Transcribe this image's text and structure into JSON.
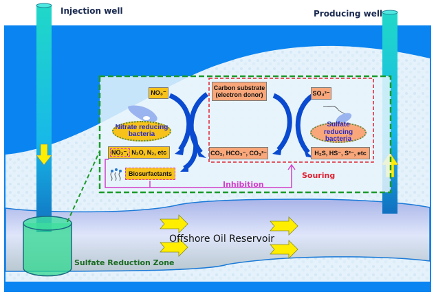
{
  "labels": {
    "injection_well": "Injection well",
    "producing_well": "Producing well",
    "reservoir": "Offshore Oil Reservoir",
    "sulfate_zone": "Sulfate Reduction Zone",
    "inhibition": "Inhibition",
    "souring": "Souring"
  },
  "nitrate_side": {
    "input": "NO₃⁻",
    "bacteria": "Nitrate reducing bacteria",
    "product_first": "NO₂⁻,",
    "product_rest": "N₂O, N₂, etc",
    "biosurfactants": "Biosurfactants"
  },
  "carbon_side": {
    "substrate": "Carbon substrate (electron donor)",
    "product": "CO₂, HCO₃⁻, CO₃²⁻"
  },
  "sulfate_side": {
    "input": "SO₄²⁻",
    "bacteria": "Sulfate reducing bacteria",
    "product": "H₂S, HS⁻, S²⁻, etc"
  },
  "colors": {
    "water": "#0a84f0",
    "well": "#1fc8d8",
    "green_dash": "#1a9a2a",
    "red_dash": "#e02030",
    "inhibition": "#d040c8",
    "arrow_blue": "#0a4ad0",
    "flow_arrow": "#ffee00"
  }
}
